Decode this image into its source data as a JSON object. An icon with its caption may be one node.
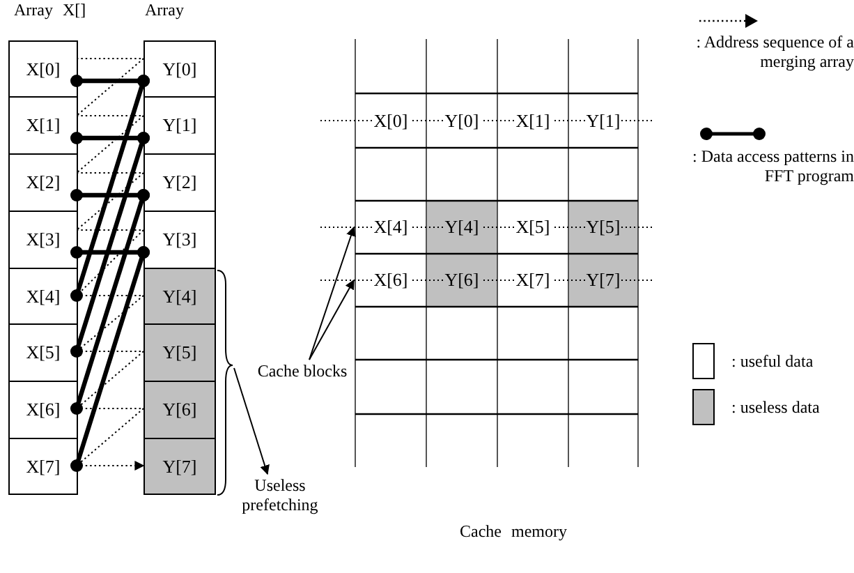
{
  "diagram": {
    "nodes": [
      {
        "text": [
          "X[0]"
        ]
      },
      {
        "text": [
          "X[1]"
        ]
      },
      {
        "text": [
          "X[2]"
        ]
      },
      {
        "text": [
          "X[3]"
        ]
      },
      {
        "text": [
          "X[4]"
        ]
      },
      {
        "text": [
          "X[5]"
        ]
      },
      {
        "text": [
          "X[6]"
        ]
      },
      {
        "text": [
          "X[7]"
        ]
      },
      {
        "text": [
          "Y[0]"
        ]
      },
      {
        "text": [
          "Y[1]"
        ]
      },
      {
        "text": [
          "Y[2]"
        ]
      },
      {
        "text": [
          "Y[3]"
        ]
      },
      {
        "text": [
          "Y[4]"
        ]
      },
      {
        "text": [
          "Y[5]"
        ]
      },
      {
        "text": [
          "Y[6]"
        ]
      },
      {
        "text": [
          "Y[7]"
        ]
      },
      {
        "text": [
          "X[0]"
        ]
      },
      {
        "text": [
          "Y[0]"
        ]
      },
      {
        "text": [
          "X[1]"
        ]
      },
      {
        "text": [
          "Y[1]"
        ]
      },
      {
        "text": [
          "X[4]"
        ]
      },
      {
        "text": [
          "Y[4]"
        ]
      },
      {
        "text": [
          "X[5]"
        ]
      },
      {
        "text": [
          "Y[5]"
        ]
      },
      {
        "text": [
          "X[6]"
        ]
      },
      {
        "text": [
          "Y[6]"
        ]
      },
      {
        "text": [
          "X[7]"
        ]
      },
      {
        "text": [
          "Y[7]"
        ]
      },
      {
        "text": [
          "Cache blocks"
        ]
      },
      {
        "text": [
          "Useless prefetching"
        ]
      }
    ],
    "edges": [
      {
        "from": 0,
        "to": 8,
        "arrow": "none",
        "style": "dashed"
      },
      {
        "from": 8,
        "to": 1,
        "arrow": "none",
        "style": "dashed"
      },
      {
        "from": 1,
        "to": 9,
        "arrow": "none",
        "style": "dashed"
      },
      {
        "from": 9,
        "to": 2,
        "arrow": "none",
        "style": "dashed"
      },
      {
        "from": 2,
        "to": 10,
        "arrow": "none",
        "style": "dashed"
      },
      {
        "from": 10,
        "to": 3,
        "arrow": "none",
        "style": "dashed"
      },
      {
        "from": 3,
        "to": 11,
        "arrow": "none",
        "style": "dashed"
      },
      {
        "from": 11,
        "to": 4,
        "arrow": "none",
        "style": "dashed"
      },
      {
        "from": 4,
        "to": 12,
        "arrow": "none",
        "style": "dashed"
      },
      {
        "from": 12,
        "to": 5,
        "arrow": "none",
        "style": "dashed"
      },
      {
        "from": 5,
        "to": 13,
        "arrow": "none",
        "style": "dashed"
      },
      {
        "from": 13,
        "to": 6,
        "arrow": "none",
        "style": "dashed"
      },
      {
        "from": 6,
        "to": 14,
        "arrow": "none",
        "style": "dashed"
      },
      {
        "from": 14,
        "to": 7,
        "arrow": "none",
        "style": "dashed"
      },
      {
        "from": 7,
        "to": 15,
        "arrow": "to",
        "style": "dashed"
      },
      {
        "from": 0,
        "to": 8,
        "arrow": "other",
        "style": "thick"
      },
      {
        "from": 1,
        "to": 9,
        "arrow": "other",
        "style": "thick"
      },
      {
        "from": 2,
        "to": 10,
        "arrow": "other",
        "style": "thick"
      },
      {
        "from": 3,
        "to": 11,
        "arrow": "other",
        "style": "thick"
      },
      {
        "from": 8,
        "to": 4,
        "arrow": "other",
        "style": "thick"
      },
      {
        "from": 9,
        "to": 5,
        "arrow": "other",
        "style": "thick"
      },
      {
        "from": 10,
        "to": 6,
        "arrow": "other",
        "style": "thick"
      },
      {
        "from": 11,
        "to": 7,
        "arrow": "other",
        "style": "thick"
      },
      {
        "from": 28,
        "to": 20,
        "arrow": "to"
      },
      {
        "from": 28,
        "to": 24,
        "arrow": "to"
      },
      {
        "from": null,
        "to": 29,
        "arrow": "to"
      }
    ],
    "labels": [
      "Array X[]",
      "Array",
      "Cache memory"
    ],
    "legend": [
      {
        "text": ": Address sequence of a merging array"
      },
      {
        "text": ": Data access patterns in FFT program"
      },
      {
        "text": ": useful data",
        "color": "#ffffff"
      },
      {
        "text": ": useless data",
        "color": "#c0c0c0"
      }
    ]
  }
}
